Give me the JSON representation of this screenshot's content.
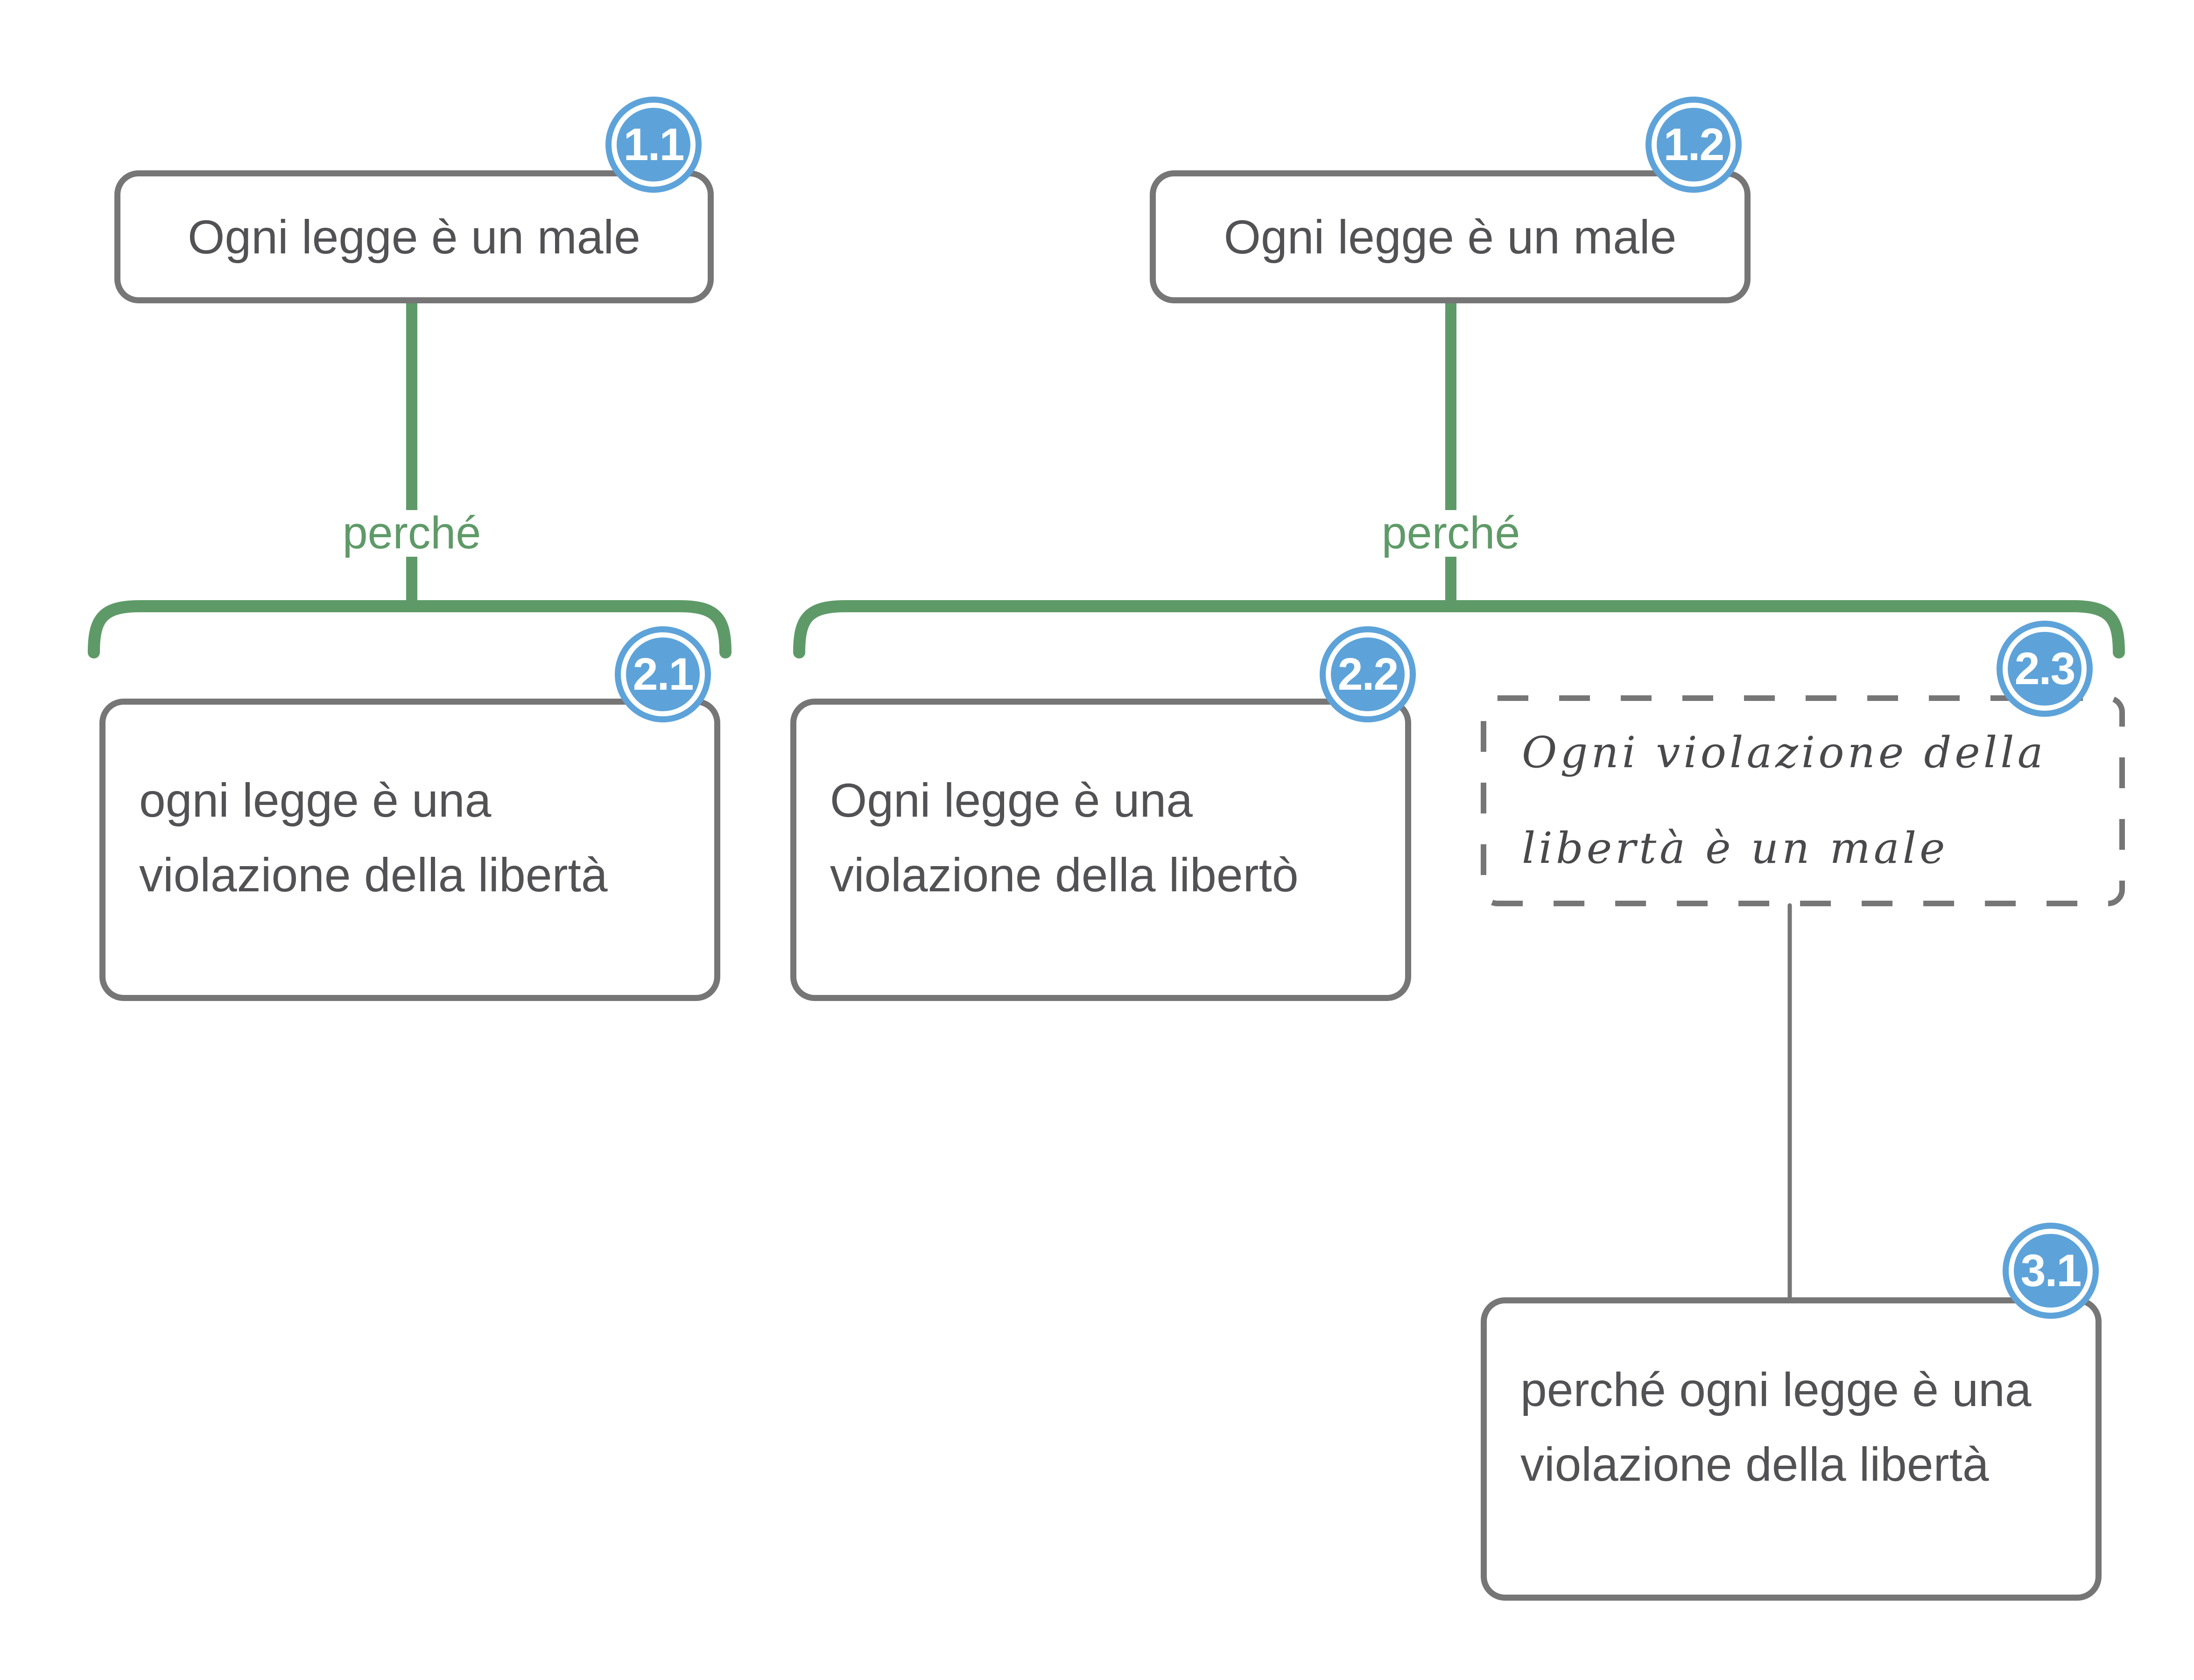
{
  "palette": {
    "background": "#ffffff",
    "connector_green": "#5e9a68",
    "connector_gray": "#767676",
    "box_border_gray": "#767676",
    "dashed_border_gray": "#767676",
    "badge_blue": "#5da3d9",
    "badge_text": "#ffffff",
    "node_text_gray": "#525255",
    "handwriting_gray": "#49494c"
  },
  "nodes": [
    {
      "id": "1.1",
      "text": "Ogni legge è un male",
      "style": "solid"
    },
    {
      "id": "1.2",
      "text": "Ogni legge è un male",
      "style": "solid"
    },
    {
      "id": "2.1",
      "text": "ogni legge è una violazione della libertà",
      "style": "solid"
    },
    {
      "id": "2.2",
      "text": "Ogni legge è una violazione della libertò",
      "style": "solid"
    },
    {
      "id": "2.3",
      "text": "Ogni violazione della libertà è un male",
      "style": "dashed-handwriting"
    },
    {
      "id": "3.1",
      "text": "perché ogni legge è una violazione della libertà",
      "style": "solid"
    }
  ],
  "edges": [
    {
      "from": "1.1",
      "to": "2.1",
      "label": "perché"
    },
    {
      "from": "1.2",
      "to": "2.2 + 2.3",
      "label": "perché"
    },
    {
      "from": "2.3",
      "to": "3.1",
      "label": ""
    }
  ]
}
